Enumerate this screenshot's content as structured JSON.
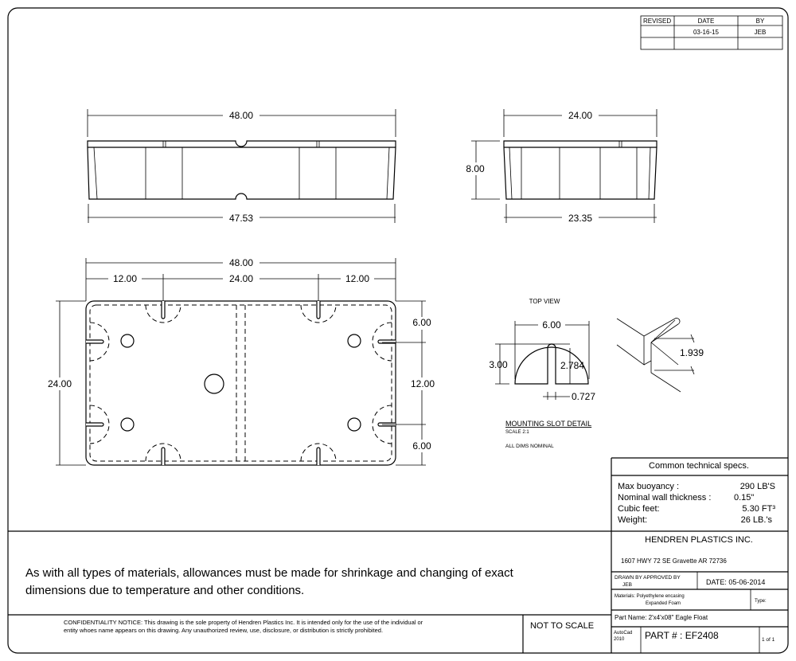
{
  "revision_block": {
    "headers": [
      "REVISED",
      "DATE",
      "BY"
    ],
    "row": [
      "",
      "03-16-15",
      "JEB"
    ]
  },
  "front_view": {
    "top_width": "48.00",
    "bottom_width": "47.53"
  },
  "side_view": {
    "top_width": "24.00",
    "bottom_width": "23.35",
    "height": "8.00"
  },
  "top_view": {
    "overall_length": "48.00",
    "segments": [
      "12.00",
      "24.00",
      "12.00"
    ],
    "overall_width": "24.00",
    "side_segments": [
      "6.00",
      "12.00",
      "6.00"
    ]
  },
  "slot_detail": {
    "view_label": "TOP VIEW",
    "width": "6.00",
    "height": "3.00",
    "slot_depth": "2.784",
    "slot_width": "0.727",
    "iso_dim": "1.939",
    "title": "MOUNTING SLOT DETAIL",
    "scale": "SCALE 2:1",
    "note": "ALL DIMS NOMINAL"
  },
  "specs": {
    "title": "Common technical specs.",
    "rows": [
      {
        "label": "Max buoyancy :",
        "value": "290 LB'S"
      },
      {
        "label": "Nominal wall thickness :",
        "value": "0.15\""
      },
      {
        "label": "Cubic feet:",
        "value": "5.30 FT³"
      },
      {
        "label": "Weight:",
        "value": "26 LB.'s"
      }
    ]
  },
  "title_block": {
    "company": "HENDREN PLASTICS INC.",
    "address": "1607 HWY 72 SE    Gravette AR 72736",
    "drawn_by_label": "DRAWN BY  APPROVED BY",
    "drawn_by": "JEB",
    "date": "DATE:  05-06-2014",
    "materials_line1": "Materials:  Polyethylene encasing",
    "materials_line2": "Expanded Foam",
    "type_label": "Type:",
    "part_name": "Part Name:  2'x4'x08\"   Eagle Float",
    "software_line1": "AutoCad",
    "software_line2": "2010",
    "part_number": "PART  #  :  EF2408",
    "sheet": "1 of 1"
  },
  "notes": {
    "shrinkage_line1": "As with all types of materials, allowances must be made for shrinkage and changing of exact",
    "shrinkage_line2": "dimensions due to temperature and other conditions.",
    "confidentiality_line1": "CONFIDENTIALITY NOTICE: This drawing is the sole property of Hendren Plastics Inc. It is intended only for the use of the individual or",
    "confidentiality_line2": "entity whoes name appears on this drawing. Any unauthorized review, use, disclosure, or distribution is strictly prohibited.",
    "scale_note": "NOT TO SCALE"
  }
}
